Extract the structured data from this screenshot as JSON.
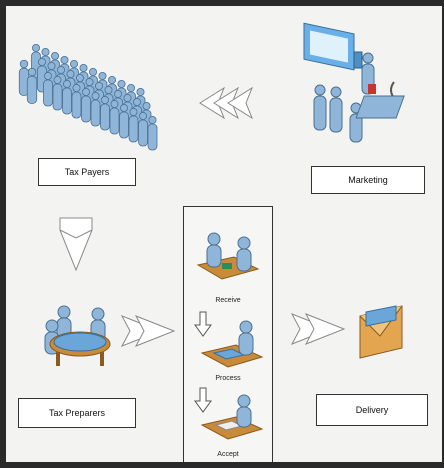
{
  "nodes": {
    "tax_payers": "Tax Payers",
    "marketing": "Marketing",
    "tax_preparers": "Tax Preparers",
    "delivery": "Delivery"
  },
  "steps": {
    "receive": "Receive",
    "process": "Process",
    "accept": "Accept"
  },
  "colors": {
    "figure": "#8fb6d9",
    "figure_stroke": "#4a6f92",
    "arrow_fill": "#ffffff",
    "arrow_stroke": "#888888",
    "table": "#c98a3a"
  },
  "icons": [
    "crowd-of-people-icon",
    "marketing-people-presentation-icon",
    "team-around-table-icon",
    "receive-meeting-icon",
    "process-documents-icon",
    "accept-signing-icon",
    "envelope-icon"
  ]
}
